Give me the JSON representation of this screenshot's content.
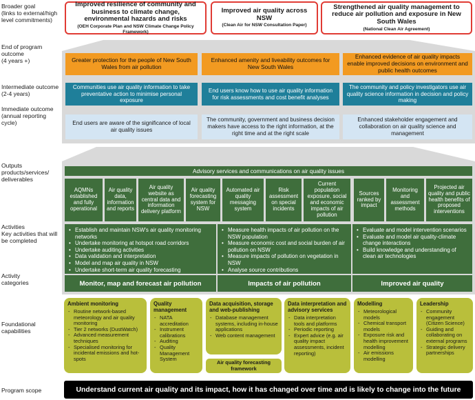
{
  "row_labels": {
    "broader_goal": [
      "Broader goal",
      "(links to external/high",
      "level commitments)"
    ],
    "end_of_program": [
      "End of program",
      "outcome",
      "(4 years +)"
    ],
    "intermediate": [
      "Intermediate outcome",
      "(2-4 years)"
    ],
    "immediate": [
      "Immediate outcome",
      "(annual reporting",
      "cycle)"
    ],
    "outputs": [
      "Outputs",
      "products/services/",
      "deliverables"
    ],
    "activities": [
      "Activities",
      "Key activities that will",
      "be completed"
    ],
    "activity_categories": [
      "Activity",
      "categories"
    ],
    "foundational": [
      "Foundational",
      "capabilities"
    ],
    "program_scope": [
      "Program scope"
    ]
  },
  "goals": [
    {
      "title": "Improved resilience of community and business to climate change, environmental hazards and risks",
      "source": "(OEH Corporate Plan and NSW Climate Change Policy Framework)"
    },
    {
      "title": "Improved air quality across NSW",
      "source": "(Clean Air for NSW Consultation Paper)"
    },
    {
      "title": "Strengthened air quality management to reduce air pollution and exposure in New South Wales",
      "source": "(National Clean Air Agreement)"
    }
  ],
  "end_outcomes": [
    "Greater protection for the people of New South Wales from air pollution",
    "Enhanced amenity and liveability outcomes for New South Wales",
    "Enhanced evidence of air quality impacts enable improved decisions on environment and public health outcomes"
  ],
  "intermediate_outcomes": [
    "Communities use air quality information to take preventative action to minimise personal exposure",
    "End users know how to use air quality information for risk assessments and cost benefit analyses",
    "The community and policy investigators use air quality science information in decision and policy making"
  ],
  "immediate_outcomes": [
    "End users are aware of the significance of local air quality issues",
    "The community, government and business decision makers have access to the right information, at the right time and at the right scale",
    "Enhanced stakeholder engagement and collaboration on air quality science and management"
  ],
  "outputs_banner": "Advisory services and communications on air quality issues",
  "outputs": [
    "AQMNs established and fully operational",
    "Air quality data, information and reports",
    "Air quality website as central data and information delivery platform",
    "Air quality forecasting system for NSW",
    "Automated air quality messaging system",
    "Risk assessment on special incidents",
    "Current population exposure, social and economic impacts of air pollution",
    "Sources ranked by impact",
    "Monitoring and assessment methods",
    "Projected air quality and public health benefits of proposed interventions"
  ],
  "activities": [
    [
      "Establish and maintain NSW's air quality monitoring networks",
      "Undertake monitoring at hotspot road corridors",
      "Undertake auditing activities",
      "Data validation and interpretation",
      "Model and map air quality in NSW",
      "Undertake short-term air quality forecasting"
    ],
    [
      "Measure health impacts of air pollution on the NSW population",
      "Measure economic cost and social burden of air pollution on NSW",
      "Measure impacts of pollution on vegetation in NSW",
      "Analyse source contributions"
    ],
    [
      "Evaluate and model intervention scenarios",
      "Evaluate and model air quality-climate change interactions",
      "Build knowledge and understanding of clean air technologies"
    ]
  ],
  "categories": [
    "Monitor, map and forecast air pollution",
    "Impacts of air pollution",
    "Improved air quality"
  ],
  "capabilities": [
    {
      "title": "Ambient monitoring",
      "items": [
        "Routine network-based meteorology and air quality monitoring",
        "Tier 2 networks (DustWatch)",
        "Advanced measurement techniques",
        "Specialised monitoring for incidental emissions and hot-spots"
      ]
    },
    {
      "title": "Quality management",
      "items": [
        "NATA accreditation",
        "Instrument calibrations",
        "Auditing",
        "Quality Management System"
      ]
    },
    {
      "title": "Data acquisition, storage and web-publishing",
      "items": [
        "Database management systems, including in-house applications",
        "Web content management"
      ]
    },
    {
      "title": "Data interpretation and advisory services",
      "items": [
        "Data interpretation tools and platforms",
        "Periodic reporting",
        "Expert advice (e.g. air quality impact assessments, incident reporting)"
      ]
    },
    {
      "title": "Modelling",
      "items": [
        "Meteorological models",
        "Chemical transport models",
        "Exposure risk and health improvement modelling",
        "Air emissions modelling"
      ]
    },
    {
      "title": "Leadership",
      "items": [
        "Community engagement (Citizen Science)",
        "Guiding and collaborating on external programs",
        "Strategic delivery partnerships"
      ]
    }
  ],
  "forecasting_framework": "Air quality forecasting framework",
  "program_scope": "Understand current air quality and its impact, how it has changed over time and is likely to change into the future",
  "colors": {
    "goal_border": "#e03a33",
    "end_outcome": "#f29a21",
    "intermediate": "#1f7f9a",
    "immediate": "#d4e5f3",
    "outputs": "#3f6e3c",
    "capabilities": "#b9bf3b",
    "scope": "#000000",
    "band": "#d9d9d9"
  }
}
